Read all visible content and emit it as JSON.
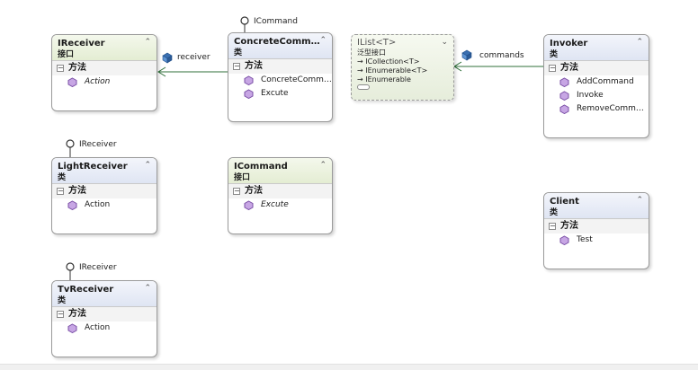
{
  "diagram": {
    "shapes": {
      "ireceiver": {
        "name": "IReceiver",
        "kind": "接口",
        "section": "方法",
        "members": [
          "Action"
        ]
      },
      "concrete_command": {
        "name": "ConcreteComm…",
        "kind": "类",
        "section": "方法",
        "members": [
          "ConcreteComm…",
          "Excute"
        ]
      },
      "ilist": {
        "name": "IList<T>",
        "kind": "泛型接口",
        "inherits": [
          "ICollection<T>",
          "IEnumerable<T>",
          "IEnumerable"
        ]
      },
      "invoker": {
        "name": "Invoker",
        "kind": "类",
        "section": "方法",
        "members": [
          "AddCommand",
          "Invoke",
          "RemoveComm…"
        ]
      },
      "light_receiver": {
        "name": "LightReceiver",
        "kind": "类",
        "section": "方法",
        "members": [
          "Action"
        ]
      },
      "icommand": {
        "name": "ICommand",
        "kind": "接口",
        "section": "方法",
        "members": [
          "Excute"
        ]
      },
      "client": {
        "name": "Client",
        "kind": "类",
        "section": "方法",
        "members": [
          "Test"
        ]
      },
      "tv_receiver": {
        "name": "TvReceiver",
        "kind": "类",
        "section": "方法",
        "members": [
          "Action"
        ]
      }
    },
    "lollipops": {
      "concrete_command": "ICommand",
      "light_receiver": "IReceiver",
      "tv_receiver": "IReceiver"
    },
    "associations": {
      "receiver": "receiver",
      "commands": "commands"
    },
    "colors": {
      "class_header": "#dfe5f3",
      "interface_header": "#e4edd3",
      "association_line": "#2f6f3a",
      "method_icon": "#7a4fa6"
    }
  }
}
